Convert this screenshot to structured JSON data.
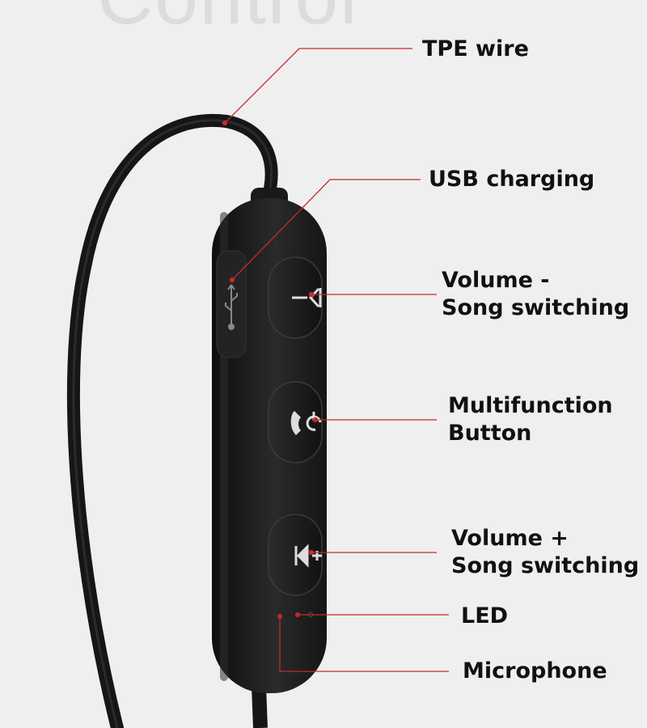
{
  "background_word": "Control",
  "colors": {
    "background": "#efefef",
    "body": "#1b1b1b",
    "callout": "#c6282d"
  },
  "callouts": {
    "tpe": {
      "text": "TPE wire"
    },
    "usb": {
      "text": "USB charging"
    },
    "vol_minus": {
      "line1": "Volume -",
      "line2": "Song switching"
    },
    "multi": {
      "line1": "Multifunction",
      "line2": "Button"
    },
    "vol_plus": {
      "line1": "Volume +",
      "line2": "Song switching"
    },
    "led": {
      "text": "LED"
    },
    "mic": {
      "text": "Microphone"
    }
  },
  "icons": [
    "usb-icon",
    "volume-minus-icon",
    "phone-icon",
    "volume-plus-icon"
  ]
}
